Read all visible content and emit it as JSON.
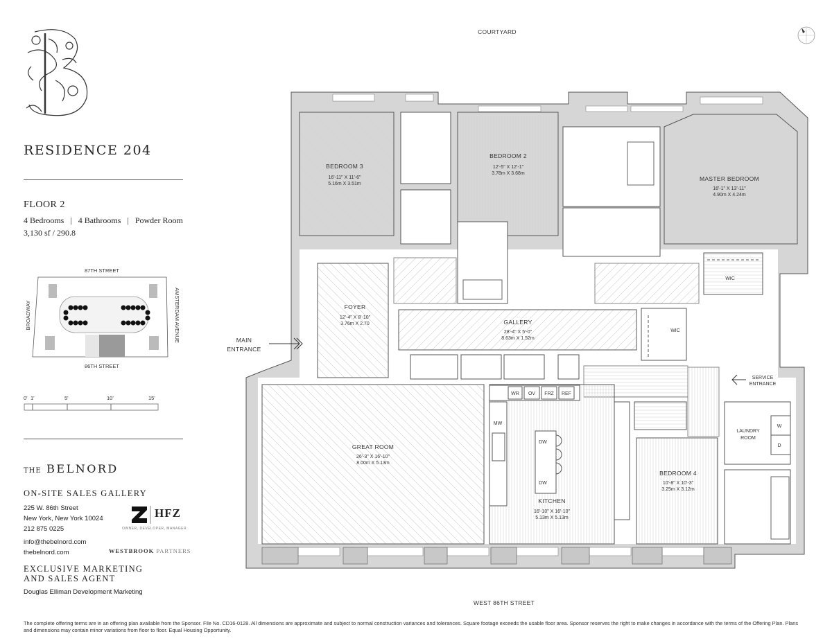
{
  "brand": {
    "logo_letter": "B",
    "name_prefix": "THE",
    "name": "BELNORD"
  },
  "residence": {
    "title": "RESIDENCE 204",
    "floor": "FLOOR 2",
    "bedrooms": "4 Bedrooms",
    "bathrooms": "4 Bathrooms",
    "powder": "Powder Room",
    "separator": "|",
    "area": "3,130 sf / 290.8"
  },
  "key_plan": {
    "north_street": "87TH STREET",
    "south_street": "86TH STREET",
    "west_street": "BROADWAY",
    "east_street": "AMSTERDAM AVENUE"
  },
  "scale_bar": {
    "ticks": [
      "0'",
      "1'",
      "5'",
      "10'",
      "15'"
    ]
  },
  "sales": {
    "heading": "ON-SITE SALES GALLERY",
    "address1": "225 W. 86th Street",
    "address2": "New York, New York 10024",
    "phone": "212 875 0225",
    "email": "info@thebelnord.com",
    "website": "thebelnord.com",
    "developer_name": "HFZ",
    "developer_tagline": "OWNER, DEVELOPER, MANAGER",
    "partner_bold": "WESTBROOK",
    "partner_light": "PARTNERS",
    "agent_heading_1": "EXCLUSIVE MARKETING",
    "agent_heading_2": "AND SALES AGENT",
    "agent": "Douglas Elliman Development Marketing"
  },
  "plan": {
    "top_label": "COURTYARD",
    "bottom_label": "WEST 86TH STREET",
    "main_entrance_1": "MAIN",
    "main_entrance_2": "ENTRANCE",
    "service_entrance_1": "SERVICE",
    "service_entrance_2": "ENTRANCE",
    "rooms": [
      {
        "name": "BEDROOM 3",
        "imperial": "16'-11\" X 11'-6\"",
        "metric": "5.16m X 3.51m"
      },
      {
        "name": "BEDROOM 2",
        "imperial": "12'-5\" X 12'-1\"",
        "metric": "3.78m X 3.68m"
      },
      {
        "name": "MASTER BEDROOM",
        "imperial": "16'-1\" X 13'-11\"",
        "metric": "4.90m X 4.24m"
      },
      {
        "name": "FOYER",
        "imperial": "12'-4\" X 8'-10\"",
        "metric": "3.76m X 2.70"
      },
      {
        "name": "GALLERY",
        "imperial": "28'-4\" X 5'-0\"",
        "metric": "8.63m X 1.52m"
      },
      {
        "name": "GREAT ROOM",
        "imperial": "26'-3\" X 16'-10\"",
        "metric": "8.00m X 5.13m"
      },
      {
        "name": "KITCHEN",
        "imperial": "16'-10\" X 16'-10\"",
        "metric": "5.13m X 5.13m"
      },
      {
        "name": "BEDROOM 4",
        "imperial": "10'-8\" X 10'-3\"",
        "metric": "3.25m X 3.12m"
      },
      {
        "name": "LAUNDRY",
        "name2": "ROOM"
      },
      {
        "name": "WIC"
      },
      {
        "name": "WIC"
      }
    ],
    "appliances": {
      "wr": "WR",
      "ov": "OV",
      "frz": "FRZ",
      "ref": "REF",
      "mw": "MW",
      "dw": "DW",
      "w": "W",
      "d": "D"
    }
  },
  "disclaimer": "The complete offering terms are in an offering plan available from the Sponsor. File No. CD16-0128. All dimensions are approximate and subject to normal construction variances and tolerances. Square footage exceeds the usable floor area. Sponsor reserves the right to make changes in accordance with the terms of the Offering Plan. Plans and dimensions may contain minor variations from floor to floor. Equal Housing Opportunity."
}
